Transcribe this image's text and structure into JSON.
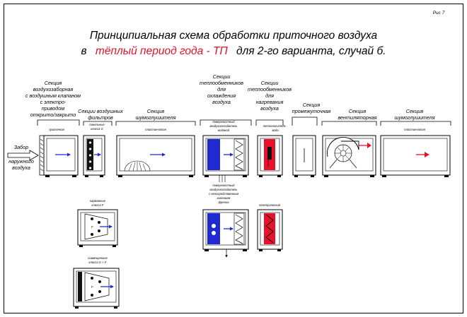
{
  "figure_label": "Рис 7",
  "title": {
    "line1": "Принципиальная схема обработки приточного воздуха",
    "line2_prefix": "в",
    "line2_red": "тёплый период года - ТП",
    "line2_suffix": "для 2-го варианта, случай б."
  },
  "inlet": {
    "line1": "Забор",
    "line2": "наружного",
    "line3": "воздуха"
  },
  "sections": {
    "intake": {
      "lines": [
        "Секция",
        "воздухозаборная",
        "с воздушным клапаном",
        "с электро-",
        "приводом",
        "открыто/закрыто"
      ],
      "sub": "приточная"
    },
    "filters": {
      "lines": [
        "Секции воздушных",
        "фильтров"
      ],
      "sub_lines": [
        "панельные",
        "класса G"
      ]
    },
    "silencer1": {
      "lines": [
        "Секция",
        "шумоглушителя"
      ],
      "sub": "пластинчатая"
    },
    "cooling": {
      "lines": [
        "Секции",
        "теплообменников",
        "для",
        "охлаждения",
        "воздуха"
      ],
      "sub_lines": [
        "поверхностный",
        "воздухоохладитель",
        "водяной"
      ],
      "alt_lines": [
        "поверхностный",
        "воздухоохладитель",
        "с непосредственным",
        "кипением",
        "фреона"
      ]
    },
    "heating": {
      "lines": [
        "Секции",
        "теплообменников",
        "для",
        "нагревания",
        "воздуха"
      ],
      "sub_lines": [
        "теплоноситель -",
        "вода"
      ],
      "alt": "электрический"
    },
    "intermediate": {
      "lines": [
        "Секция",
        "промежуточная"
      ]
    },
    "fan": {
      "lines": [
        "Секция",
        "вентиляторная"
      ]
    },
    "silencer2": {
      "lines": [
        "Секция",
        "шумоглушителя"
      ],
      "sub": "пластинчатая"
    }
  },
  "alt_filters": {
    "pocket_lines": [
      "карманные",
      "класса F"
    ],
    "combined_lines": [
      "совмещенные",
      "класса G + F"
    ],
    "pocket_mark": "F",
    "combined_mark": "F"
  },
  "colors": {
    "flow_arrow": "#1f2ad0",
    "cooler": "#1f2ad0",
    "heater": "#e8102a",
    "title_accent": "#e8102a",
    "outlet_arrow": "#e8102a"
  }
}
